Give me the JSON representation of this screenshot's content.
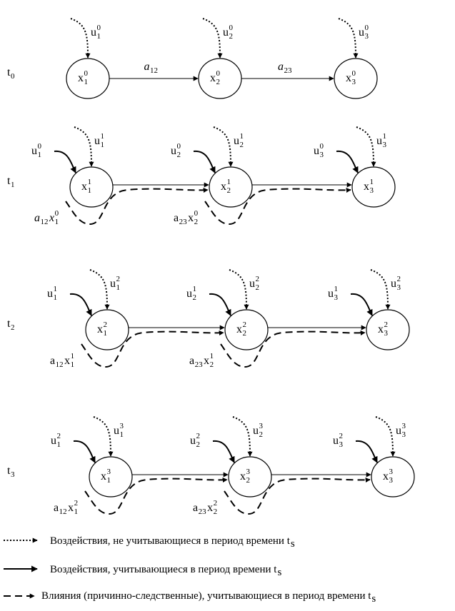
{
  "diagram": {
    "rows": [
      {
        "time": {
          "base": "t",
          "sub": "0"
        },
        "nodes": [
          {
            "base": "x",
            "sub": "1",
            "sup": "0"
          },
          {
            "base": "x",
            "sub": "2",
            "sup": "0"
          },
          {
            "base": "x",
            "sub": "3",
            "sup": "0"
          }
        ],
        "dotted": [
          {
            "base": "u",
            "sub": "1",
            "sup": "0"
          },
          {
            "base": "u",
            "sub": "2",
            "sup": "0"
          },
          {
            "base": "u",
            "sub": "3",
            "sup": "0"
          }
        ],
        "edge_labels": [
          {
            "base": "a",
            "sub": "12"
          },
          {
            "base": "a",
            "sub": "23"
          }
        ]
      },
      {
        "time": {
          "base": "t",
          "sub": "1"
        },
        "nodes": [
          {
            "base": "x",
            "sub": "1",
            "sup": "1"
          },
          {
            "base": "x",
            "sub": "2",
            "sup": "1"
          },
          {
            "base": "x",
            "sub": "3",
            "sup": "1"
          }
        ],
        "dotted": [
          {
            "base": "u",
            "sub": "1",
            "sup": "1"
          },
          {
            "base": "u",
            "sub": "2",
            "sup": "1"
          },
          {
            "base": "u",
            "sub": "3",
            "sup": "1"
          }
        ],
        "solid": [
          {
            "base": "u",
            "sub": "1",
            "sup": "0"
          },
          {
            "base": "u",
            "sub": "2",
            "sup": "0"
          },
          {
            "base": "u",
            "sub": "3",
            "sup": "0"
          }
        ],
        "influence": [
          {
            "a": "a",
            "asub": "12",
            "x": "x",
            "xsub": "1",
            "xsup": "0",
            "italic": true
          },
          {
            "a": "a",
            "asub": "23",
            "x": "x",
            "xsub": "2",
            "xsup": "0",
            "italic": false
          }
        ]
      },
      {
        "time": {
          "base": "t",
          "sub": "2"
        },
        "nodes": [
          {
            "base": "x",
            "sub": "1",
            "sup": "2"
          },
          {
            "base": "x",
            "sub": "2",
            "sup": "2"
          },
          {
            "base": "x",
            "sub": "3",
            "sup": "2"
          }
        ],
        "dotted": [
          {
            "base": "u",
            "sub": "1",
            "sup": "2"
          },
          {
            "base": "u",
            "sub": "2",
            "sup": "2"
          },
          {
            "base": "u",
            "sub": "3",
            "sup": "2"
          }
        ],
        "solid": [
          {
            "base": "u",
            "sub": "1",
            "sup": "1"
          },
          {
            "base": "u",
            "sub": "2",
            "sup": "1"
          },
          {
            "base": "u",
            "sub": "3",
            "sup": "1"
          }
        ],
        "influence": [
          {
            "a": "a",
            "asub": "12",
            "x": "x",
            "xsub": "1",
            "xsup": "1",
            "italic": false
          },
          {
            "a": "a",
            "asub": "23",
            "x": "x",
            "xsub": "2",
            "xsup": "1",
            "italic": false
          }
        ]
      },
      {
        "time": {
          "base": "t",
          "sub": "3"
        },
        "nodes": [
          {
            "base": "x",
            "sub": "1",
            "sup": "3"
          },
          {
            "base": "x",
            "sub": "2",
            "sup": "3"
          },
          {
            "base": "x",
            "sub": "3",
            "sup": "3"
          }
        ],
        "dotted": [
          {
            "base": "u",
            "sub": "1",
            "sup": "3"
          },
          {
            "base": "u",
            "sub": "2",
            "sup": "3"
          },
          {
            "base": "u",
            "sub": "3",
            "sup": "3"
          }
        ],
        "solid": [
          {
            "base": "u",
            "sub": "1",
            "sup": "2"
          },
          {
            "base": "u",
            "sub": "2",
            "sup": "2"
          },
          {
            "base": "u",
            "sub": "3",
            "sup": "2"
          }
        ],
        "influence": [
          {
            "a": "a",
            "asub": "12",
            "x": "x",
            "xsub": "1",
            "xsup": "2",
            "italic": false
          },
          {
            "a": "a",
            "asub": "23",
            "x": "x",
            "xsub": "2",
            "xsup": "2",
            "italic": false
          }
        ]
      }
    ]
  },
  "legend": {
    "dotted": {
      "text": "Воздействия, не учитывающиеся в период времени t",
      "sub": "s"
    },
    "solid": {
      "text": "Воздействия, учитывающиеся в период времени t",
      "sub": "s"
    },
    "dashed": {
      "text": "Влияния (причинно-следственные), учитывающиеся в период времени t",
      "sub": "s"
    }
  },
  "colors": {
    "stroke": "#000000",
    "background": "#ffffff"
  }
}
